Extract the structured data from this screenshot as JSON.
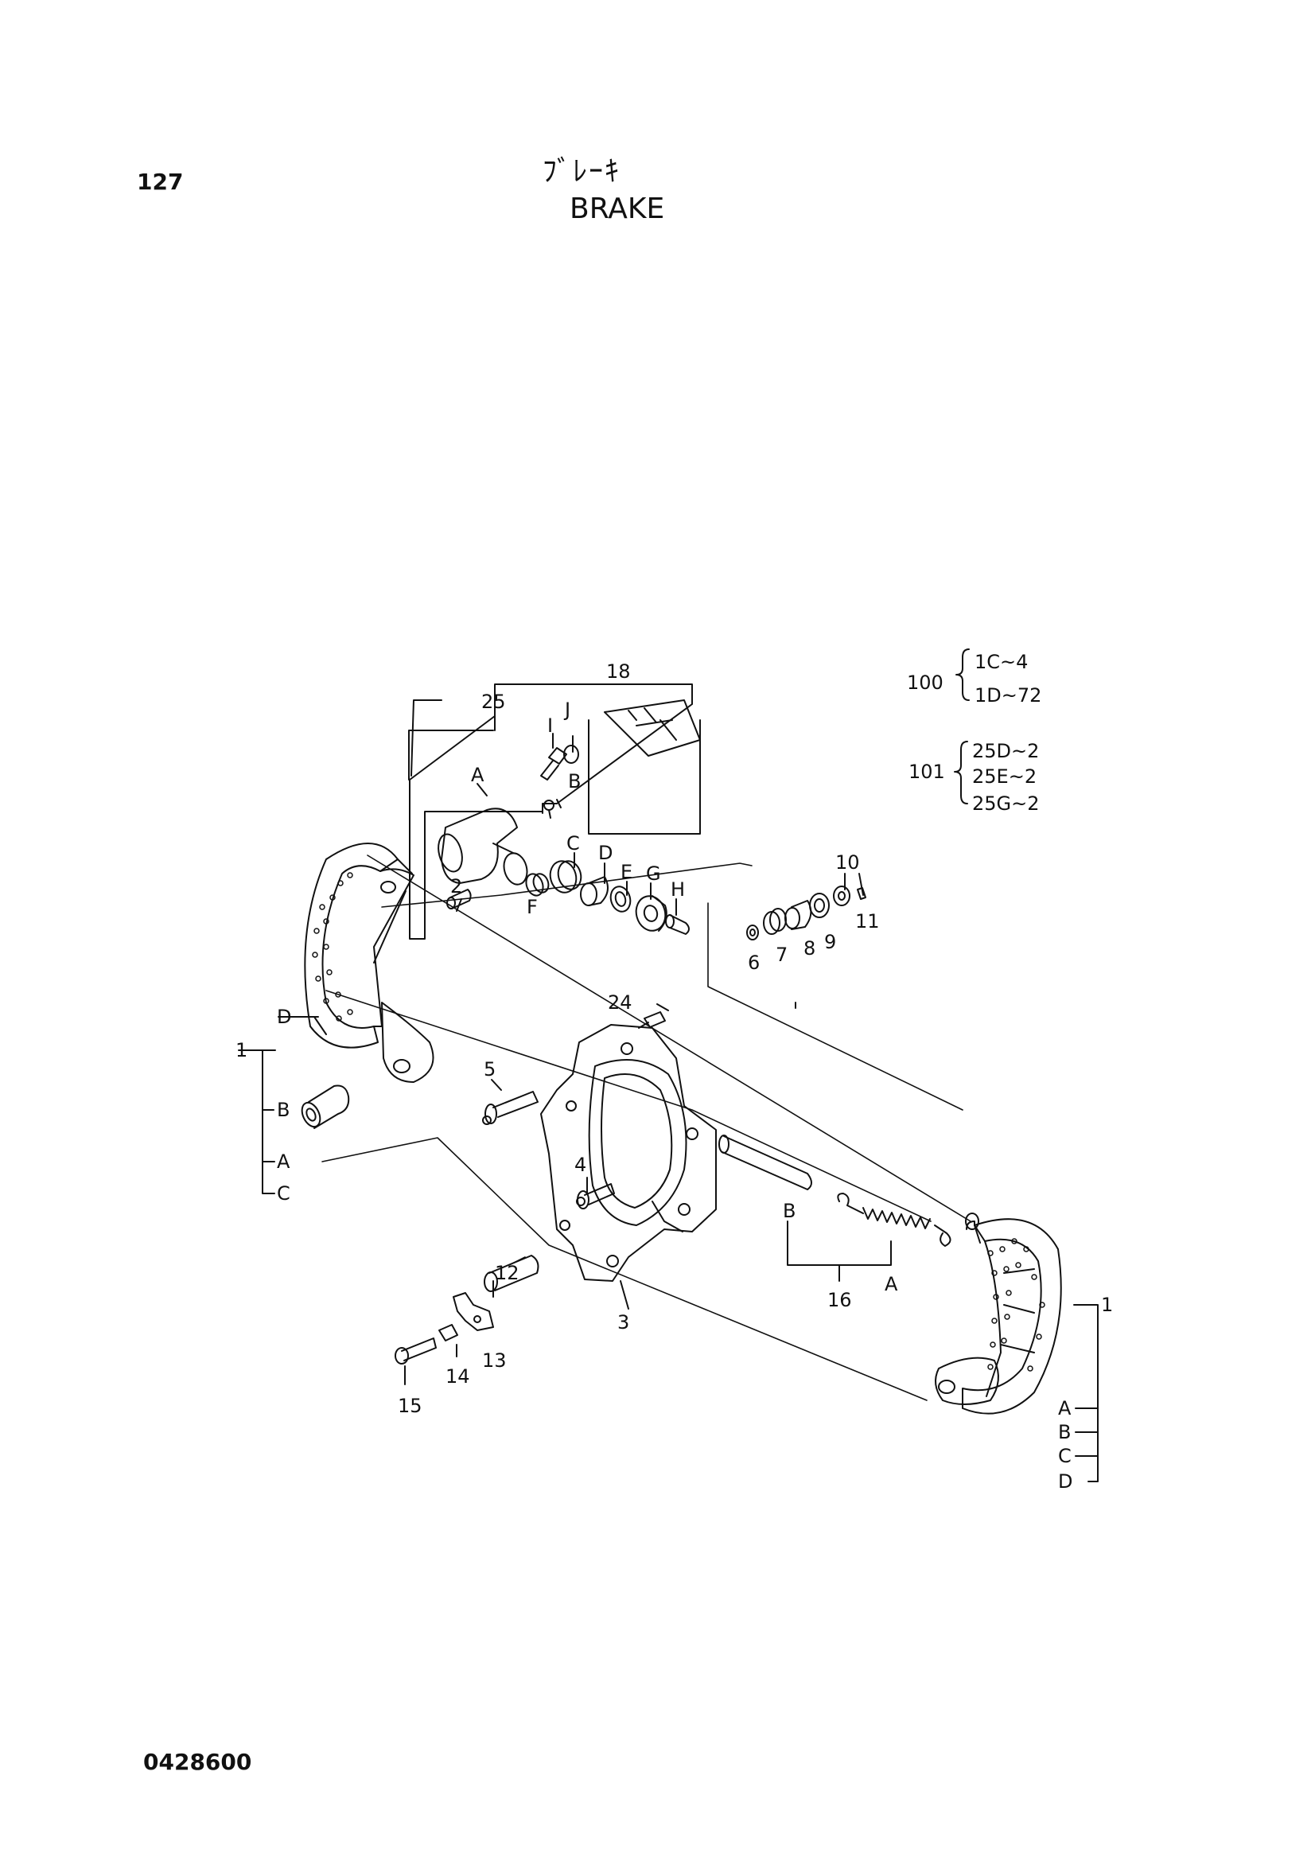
{
  "page": {
    "number": "127",
    "title_jp": "ﾌﾞﾚｰｷ",
    "title_en": "BRAKE",
    "footer_code": "0428600"
  },
  "legend": {
    "kit_100": {
      "number": "100",
      "items": [
        "1C~4",
        "1D~72"
      ]
    },
    "kit_101": {
      "number": "101",
      "items": [
        "25D~2",
        "25E~2",
        "25G~2"
      ]
    }
  },
  "callouts": {
    "c25": "25",
    "c18": "18",
    "c25_J": "J",
    "c25_I": "I",
    "c25_A": "A",
    "c25_B": "B",
    "c25_C": "C",
    "c25_D": "D",
    "c25_E": "E",
    "c25_F": "F",
    "c25_G": "G",
    "c25_H": "H",
    "c2": "2",
    "c10": "10",
    "c11": "11",
    "c6": "6",
    "c7": "7",
    "c8": "8",
    "c9": "9",
    "c24": "24",
    "c5": "5",
    "c4": "4",
    "c12": "12",
    "c3": "3",
    "c13": "13",
    "c14": "14",
    "c15": "15",
    "c16": "16",
    "c16_B": "B",
    "c16_A": "A",
    "left_shoe": "1",
    "left_D": "D",
    "left_B": "B",
    "left_A": "A",
    "left_C": "C",
    "right_shoe": "1",
    "right_A": "A",
    "right_B": "B",
    "right_C": "C",
    "right_D": "D"
  }
}
